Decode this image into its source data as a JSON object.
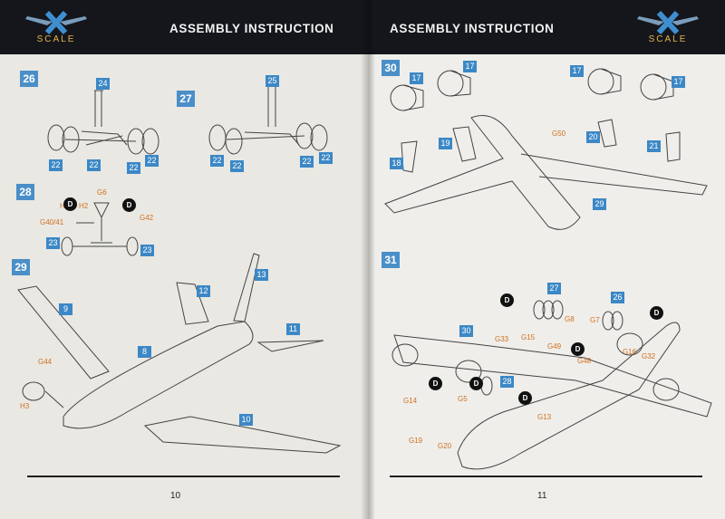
{
  "brand": {
    "logo_text": "SCALE",
    "logo_gold": "#e6b548",
    "header_bg": "#14161c",
    "accent_blue": "#4a8fc8",
    "label_orange": "#d0711f"
  },
  "left_page": {
    "title": "ASSEMBLY INSTRUCTION",
    "page_number": "10",
    "steps": {
      "s26": {
        "number": "26",
        "parts": [
          "24",
          "22",
          "22",
          "22",
          "22"
        ]
      },
      "s27": {
        "number": "27",
        "parts": [
          "25",
          "22",
          "22",
          "22",
          "22"
        ]
      },
      "s28": {
        "number": "28",
        "parts": [
          "23",
          "23"
        ],
        "labels": [
          "G6",
          "H1",
          "H2",
          "G40/41",
          "G42"
        ],
        "markers": [
          "D",
          "D"
        ]
      },
      "s29": {
        "number": "29",
        "parts": [
          "12",
          "13",
          "9",
          "8",
          "11",
          "10"
        ],
        "labels": [
          "G44",
          "H3"
        ]
      }
    }
  },
  "right_page": {
    "title": "ASSEMBLY INSTRUCTION",
    "page_number": "11",
    "steps": {
      "s30": {
        "number": "30",
        "parts": [
          "17",
          "17",
          "17",
          "17",
          "18",
          "19",
          "20",
          "21",
          "29"
        ],
        "labels": [
          "G50"
        ]
      },
      "s31": {
        "number": "31",
        "parts": [
          "27",
          "26",
          "30",
          "28"
        ],
        "labels": [
          "G33",
          "G15",
          "G8",
          "G7",
          "G49",
          "G48",
          "G16",
          "G32",
          "G14",
          "G5",
          "G13",
          "G19",
          "G20"
        ],
        "markers": [
          "D",
          "D",
          "D",
          "D",
          "D",
          "D"
        ]
      }
    }
  }
}
